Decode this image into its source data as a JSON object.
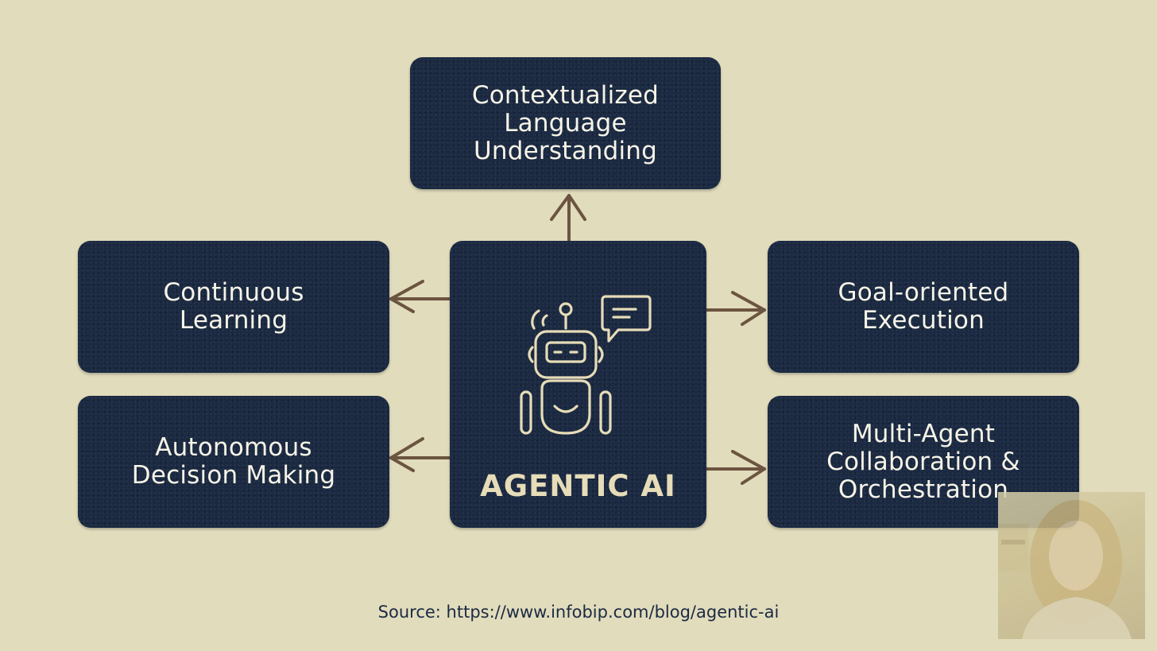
{
  "diagram": {
    "center": {
      "title": "AGENTIC AI",
      "icon": "robot-chat-icon"
    },
    "nodes": {
      "top": "Contextualized\nLanguage\nUnderstanding",
      "left_top": "Continuous\nLearning",
      "left_bottom": "Autonomous\nDecision Making",
      "right_top": "Goal-oriented\nExecution",
      "right_bottom": "Multi-Agent\nCollaboration &\nOrchestration"
    }
  },
  "source": "Source: https://www.infobip.com/blog/agentic-ai",
  "colors": {
    "background": "#e1dcbc",
    "box": "#1b2a42",
    "box_text": "#f7f4e8",
    "accent": "#e6dcb8",
    "arrow": "#6b5440"
  }
}
